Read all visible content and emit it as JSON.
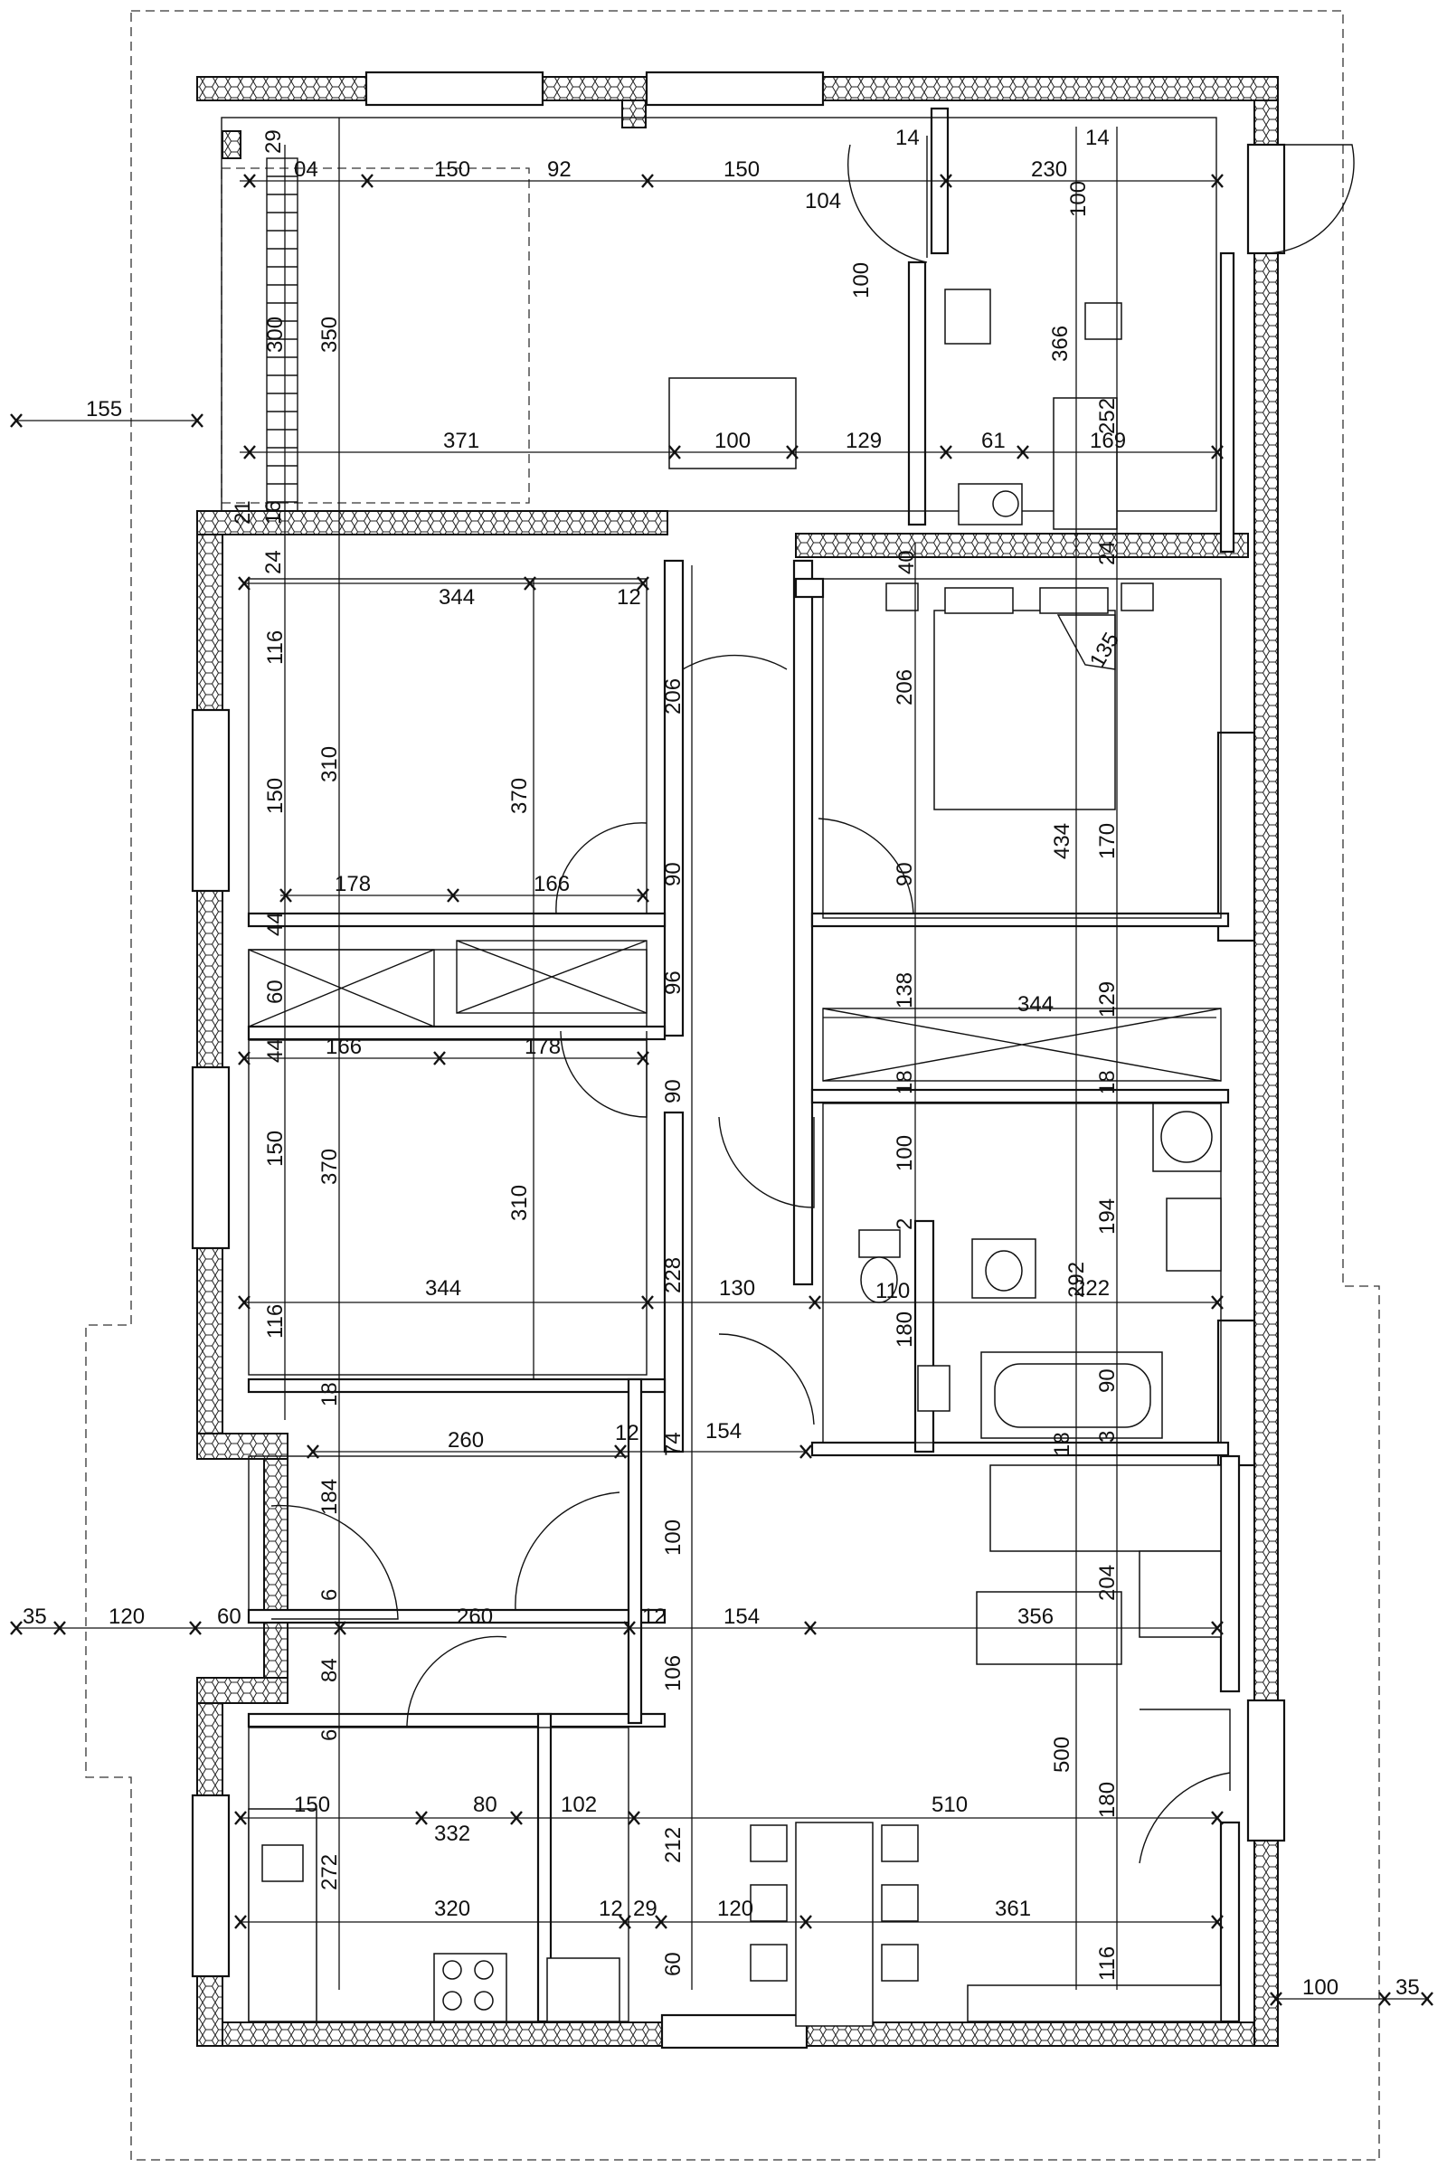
{
  "plan": {
    "dims": {
      "top_row": [
        "04",
        "150",
        "92",
        "150",
        "104",
        "230",
        "14",
        "14",
        "100",
        "29"
      ],
      "living_row": [
        "371",
        "100",
        "129",
        "61",
        "169",
        "155"
      ],
      "left_vertical": [
        "300",
        "350",
        "366",
        "252",
        "100"
      ],
      "small": [
        "16",
        "21",
        "24",
        "40",
        "24"
      ],
      "bedroom1": [
        "344",
        "12",
        "116",
        "310",
        "370",
        "206",
        "150"
      ],
      "closets": [
        "178",
        "166",
        "44",
        "60",
        "44",
        "96",
        "90"
      ],
      "bedroom2": [
        "166",
        "178",
        "150",
        "370",
        "310",
        "344",
        "116",
        "18",
        "90"
      ],
      "right_bed": [
        "206",
        "135",
        "434",
        "170",
        "90",
        "344",
        "129",
        "138"
      ],
      "bath": [
        "18",
        "18",
        "100",
        "194",
        "2",
        "110",
        "292",
        "222",
        "130",
        "228",
        "180",
        "90",
        "18",
        "3"
      ],
      "hall": [
        "260",
        "12",
        "74",
        "154",
        "184",
        "100",
        "6",
        "260",
        "12",
        "154",
        "356",
        "204",
        "35",
        "120",
        "60"
      ],
      "entry": [
        "84",
        "6",
        "106",
        "150",
        "80",
        "102",
        "332",
        "510",
        "500",
        "180"
      ],
      "kitchen": [
        "272",
        "320",
        "12",
        "29",
        "120",
        "361",
        "212",
        "60",
        "116",
        "100",
        "35"
      ]
    }
  }
}
